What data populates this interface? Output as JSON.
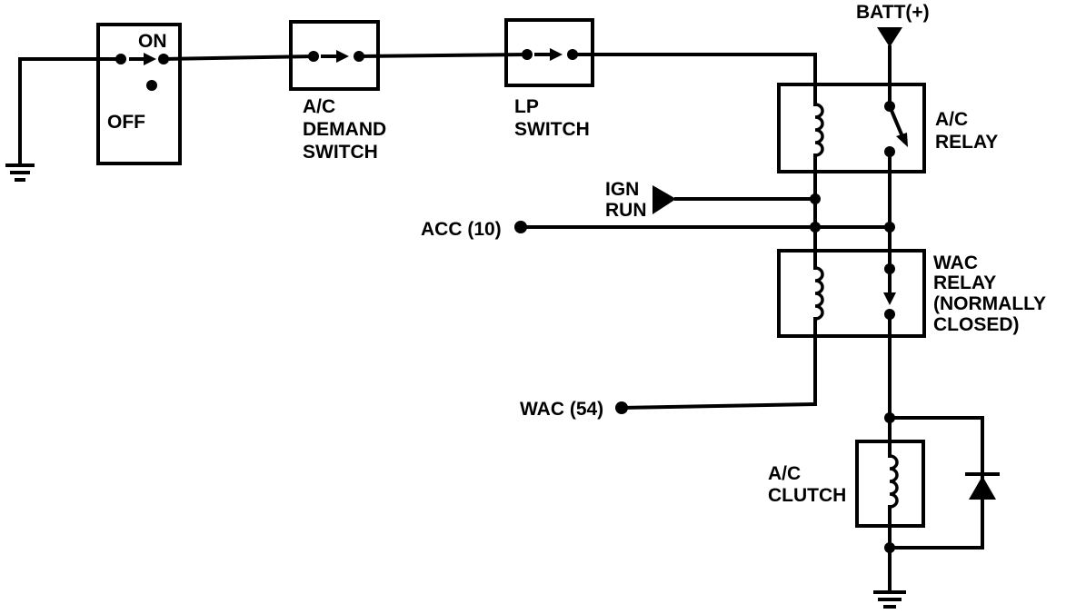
{
  "diagram": {
    "labels": {
      "batt": "BATT(+)",
      "on": "ON",
      "off": "OFF",
      "demand_switch": [
        "A/C",
        "DEMAND",
        "SWITCH"
      ],
      "lp_switch": [
        "LP",
        "SWITCH"
      ],
      "ac_relay": [
        "A/C",
        "RELAY"
      ],
      "ign_run": [
        "IGN",
        "RUN"
      ],
      "acc": "ACC (10)",
      "wac_relay": [
        "WAC",
        "RELAY",
        "(NORMALLY",
        "CLOSED)"
      ],
      "wac": "WAC (54)",
      "ac_clutch": [
        "A/C",
        "CLUTCH"
      ]
    }
  }
}
